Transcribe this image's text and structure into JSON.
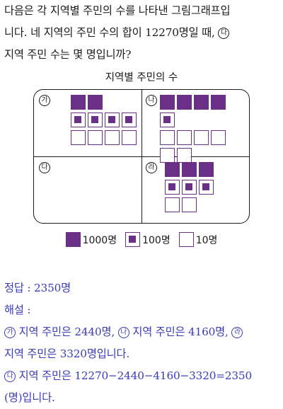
{
  "question": {
    "line1": "다음은 각 지역별 주민의 수를 나타낸 그림그래프입",
    "line2_a": "니다. 네 지역의 주민 수의 합이 12270명일 때,",
    "line2_b": "다",
    "line3": "지역 주민 수는 몇 명입니까?"
  },
  "chart_data": {
    "type": "table",
    "title": "지역별 주민의 수",
    "regions": [
      {
        "name": "가",
        "big": 2,
        "mid": 4,
        "small": 4,
        "value": 2440
      },
      {
        "name": "나",
        "big": 4,
        "mid": 1,
        "small": 6,
        "value": 4160
      },
      {
        "name": "다",
        "big": 0,
        "mid": 0,
        "small": 0,
        "value": null
      },
      {
        "name": "라",
        "big": 3,
        "mid": 3,
        "small": 2,
        "value": 3320
      }
    ],
    "legend": [
      {
        "icon": "big-square",
        "label": "1000명"
      },
      {
        "icon": "medium-square",
        "label": "100명"
      },
      {
        "icon": "small-square",
        "label": "10명"
      }
    ],
    "icon_color": "#6a2f86"
  },
  "answer": {
    "line1": "정답 : 2350명",
    "line2": "해설 :",
    "line3_l1": "가",
    "line3_a": " 지역 주민은 2440명, ",
    "line3_l2": "나",
    "line3_b": " 지역 주민은 4160명, ",
    "line3_l3": "라",
    "line4": "지역 주민은 3320명입니다.",
    "line5_l": "다",
    "line5": " 지역 주민은 12270−2440−4160−3320=2350",
    "line6": "(명)입니다.",
    "color": "#3a3ab8"
  }
}
